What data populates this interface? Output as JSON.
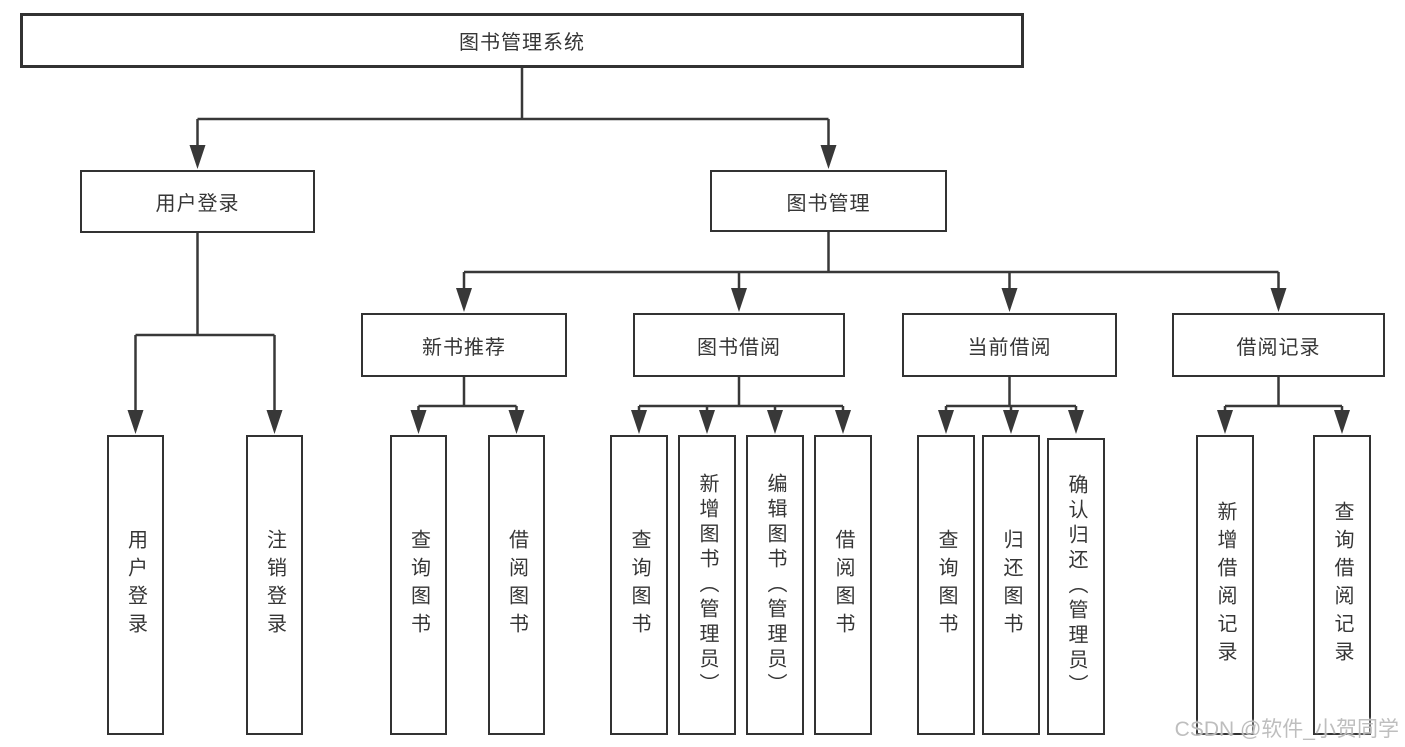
{
  "tree": {
    "root": "图书管理系统",
    "level2": [
      "用户登录",
      "图书管理"
    ],
    "level3": [
      "新书推荐",
      "图书借阅",
      "当前借阅",
      "借阅记录"
    ],
    "leaves": {
      "user_login": [
        "用户登录",
        "注销登录"
      ],
      "new_book": [
        "查询图书",
        "借阅图书"
      ],
      "book_borrow": [
        "查询图书",
        "新增图书（管理员）",
        "编辑图书（管理员）",
        "借阅图书"
      ],
      "current_borrow": [
        "查询图书",
        "归还图书",
        "确认归还（管理员）"
      ],
      "borrow_records": [
        "新增借阅记录",
        "查询借阅记录"
      ]
    }
  },
  "watermark": "CSDN @软件_小贺同学",
  "colors": {
    "background": "#ffffff",
    "line": "#383838",
    "box_border": "#323232",
    "text": "#363636",
    "watermark": "#bbbbbb"
  }
}
